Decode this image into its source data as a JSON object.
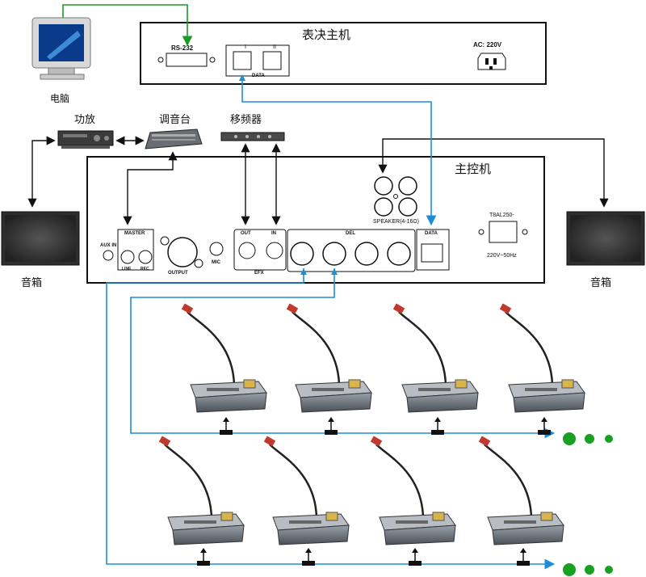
{
  "devices": {
    "voting_host": "表决主机",
    "computer": "电脑",
    "amplifier": "功放",
    "mixer": "调音台",
    "frequency_shifter": "移频器",
    "main_controller": "主控机",
    "speaker_left": "音箱",
    "speaker_right": "音箱"
  },
  "voting_host_panel": {
    "rs232": "RS-232",
    "data_port_1": "I",
    "data_port_2": "II",
    "data_label": "DATA",
    "ac": "AC: 220V"
  },
  "controller_panel": {
    "aux_in": "AUX IN",
    "master": "MASTER",
    "line": "LINE",
    "rec": "REC",
    "output": "OUTPUT",
    "mic": "MIC",
    "out": "OUT",
    "in": "IN",
    "efx": "EFX",
    "del": "DEL",
    "data": "DATA",
    "speaker": "SPEAKER(4-16Ω)",
    "fuse": "T8AL250-",
    "power": "220V~50Hz"
  },
  "colors": {
    "green_line": "#1a9a2a",
    "blue_line": "#1a8fd8",
    "black_line": "#111111",
    "continuation_dot": "#18a020"
  }
}
